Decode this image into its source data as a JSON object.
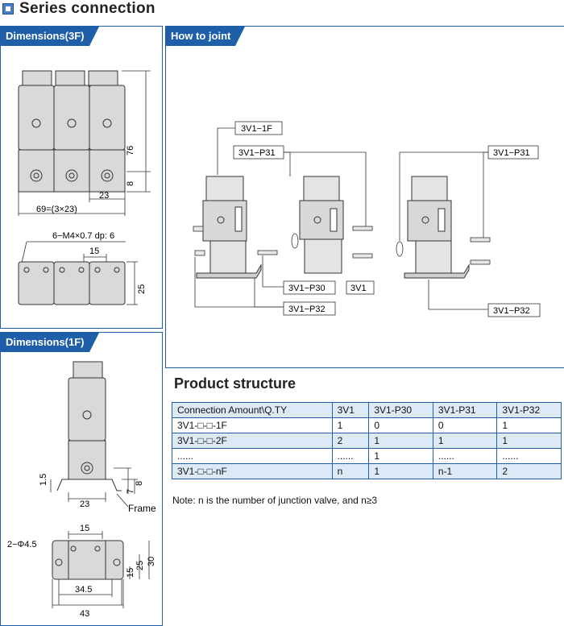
{
  "section_title": "Series connection",
  "panels": {
    "dim3f": "Dimensions(3F)",
    "howto": "How to joint",
    "dim1f": "Dimensions(1F)"
  },
  "dim3f": {
    "height": "76",
    "dim8": "8",
    "dim23": "23",
    "total": "69=(3×23)",
    "thread": "6−M4×0.7 dp: 6",
    "dim15": "15",
    "dim25": "25"
  },
  "dim1f": {
    "dim15v": "1.5",
    "dim7": "7",
    "dim8": "8",
    "dim23": "23",
    "frame": "Frame",
    "hole": "2−Φ4.5",
    "top15": "15",
    "s15": "15",
    "s25": "25",
    "s30": "30",
    "w345": "34.5",
    "w43": "43"
  },
  "howto": {
    "l1f": "3V1−1F",
    "lp31a": "3V1−P31",
    "lp31b": "3V1−P31",
    "lp30": "3V1−P30",
    "l3v1": "3V1",
    "lp32a": "3V1−P32",
    "lp32b": "3V1−P32"
  },
  "product_structure": {
    "title": "Product structure",
    "headers": [
      "Connection Amount\\Q.TY",
      "3V1",
      "3V1-P30",
      "3V1-P31",
      "3V1-P32"
    ],
    "rows": [
      [
        "3V1-□-□-1F",
        "1",
        "0",
        "0",
        "1"
      ],
      [
        "3V1-□-□-2F",
        "2",
        "1",
        "1",
        "1"
      ],
      [
        "......",
        "......",
        "1",
        "......",
        "......"
      ],
      [
        "3V1-□-□-nF",
        "n",
        "1",
        "n-1",
        "2"
      ]
    ],
    "note": "Note: n is the number of junction valve, and n≥3"
  }
}
